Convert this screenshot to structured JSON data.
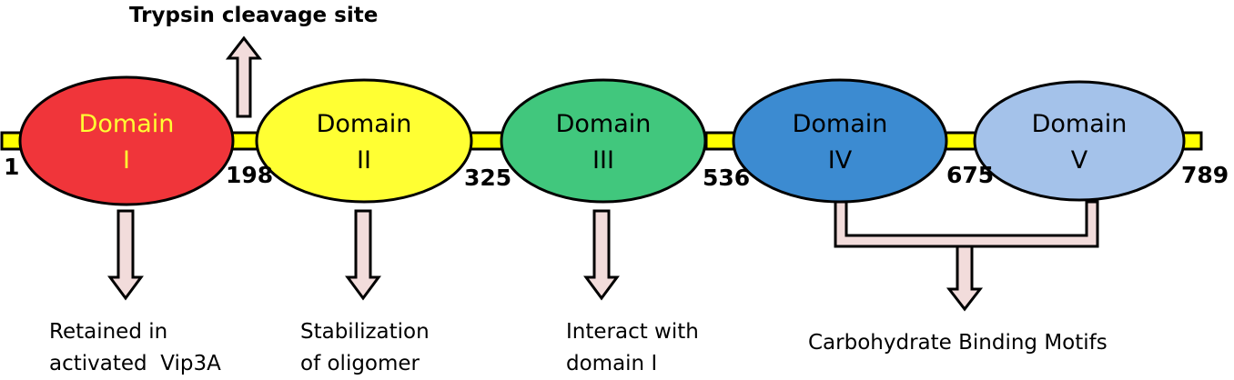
{
  "top_label": "Trypsin cleavage site",
  "domains": [
    {
      "line1": "Domain",
      "line2": "I",
      "fill": "#f0353a",
      "text_color": "#ffff33"
    },
    {
      "line1": "Domain",
      "line2": "II",
      "fill": "#ffff33",
      "text_color": "#000000"
    },
    {
      "line1": "Domain",
      "line2": "III",
      "fill": "#41c77d",
      "text_color": "#000000"
    },
    {
      "line1": "Domain",
      "line2": "IV",
      "fill": "#3c8bd1",
      "text_color": "#000000"
    },
    {
      "line1": "Domain",
      "line2": "V",
      "fill": "#a4c2ea",
      "text_color": "#000000"
    }
  ],
  "positions": [
    "1",
    "198",
    "325",
    "536",
    "675",
    "789"
  ],
  "annotations": {
    "domain1": {
      "line1": "Retained in",
      "line2": "activated  Vip3A"
    },
    "domain2": {
      "line1": "Stabilization",
      "line2": "of oligomer"
    },
    "domain3": {
      "line1": "Interact with",
      "line2": "domain I"
    },
    "domains45": {
      "line1": "Carbohydrate Binding Motifs"
    }
  },
  "colors": {
    "backbone": "#ffff00",
    "arrow_fill": "#f2dcdb",
    "outline": "#000000"
  }
}
